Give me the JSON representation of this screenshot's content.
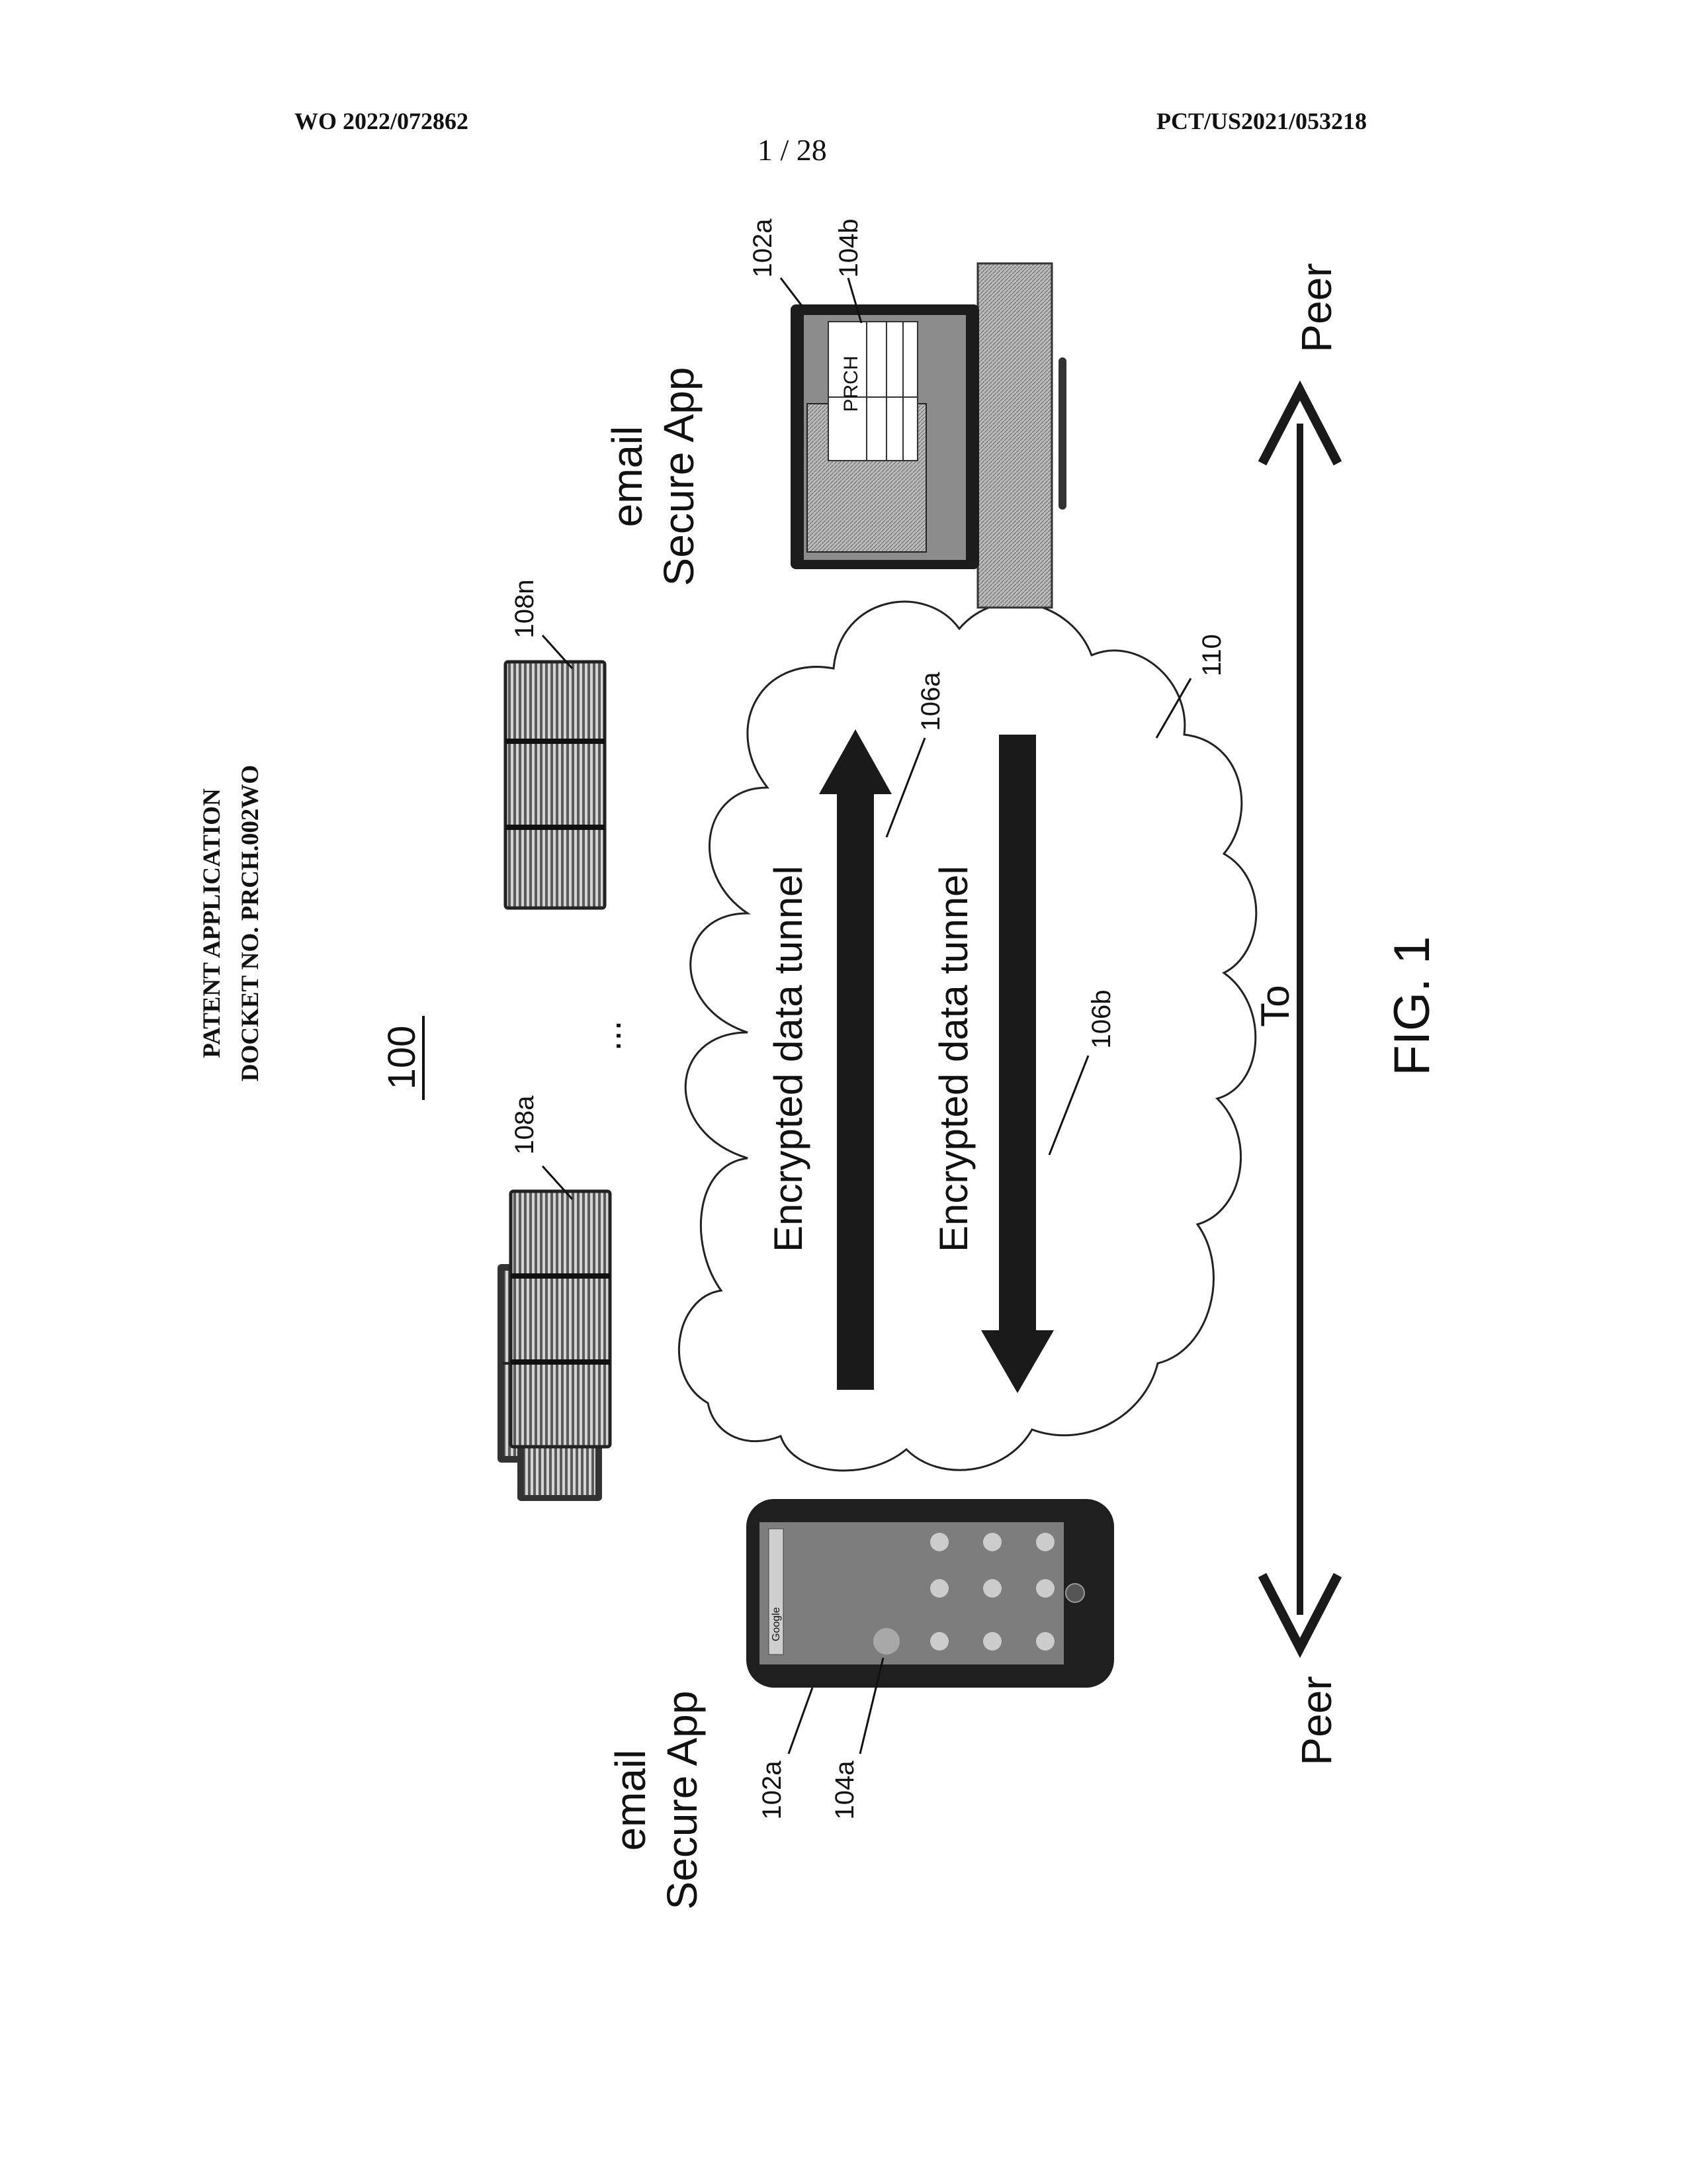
{
  "header": {
    "left": "WO 2022/072862",
    "right": "PCT/US2021/053218",
    "page": "1 / 28"
  },
  "side_header": {
    "line1": "PATENT APPLICATION",
    "line2": "DOCKET NO. PRCH.002WO"
  },
  "figure": {
    "number": "100",
    "caption": "FIG. 1",
    "ellipsis": "...",
    "labels": {
      "mobile_device": "102a",
      "mobile_app": "104a",
      "laptop_device": "102a",
      "laptop_app": "104b",
      "tunnel_up": "106a",
      "tunnel_down": "106b",
      "server_first": "108a",
      "server_last": "108n",
      "cloud": "110"
    },
    "left_app": {
      "line1": "email",
      "line2": "Secure App"
    },
    "right_app": {
      "line1": "email",
      "line2": "Secure App"
    },
    "tunnel_up_label": "Encrypted data tunnel",
    "tunnel_down_label": "Encrypted data tunnel",
    "laptop_screen_text": "PRCH",
    "phone_search_text": "Google",
    "peer_left": "Peer",
    "peer_right": "Peer",
    "to_label": "To"
  }
}
